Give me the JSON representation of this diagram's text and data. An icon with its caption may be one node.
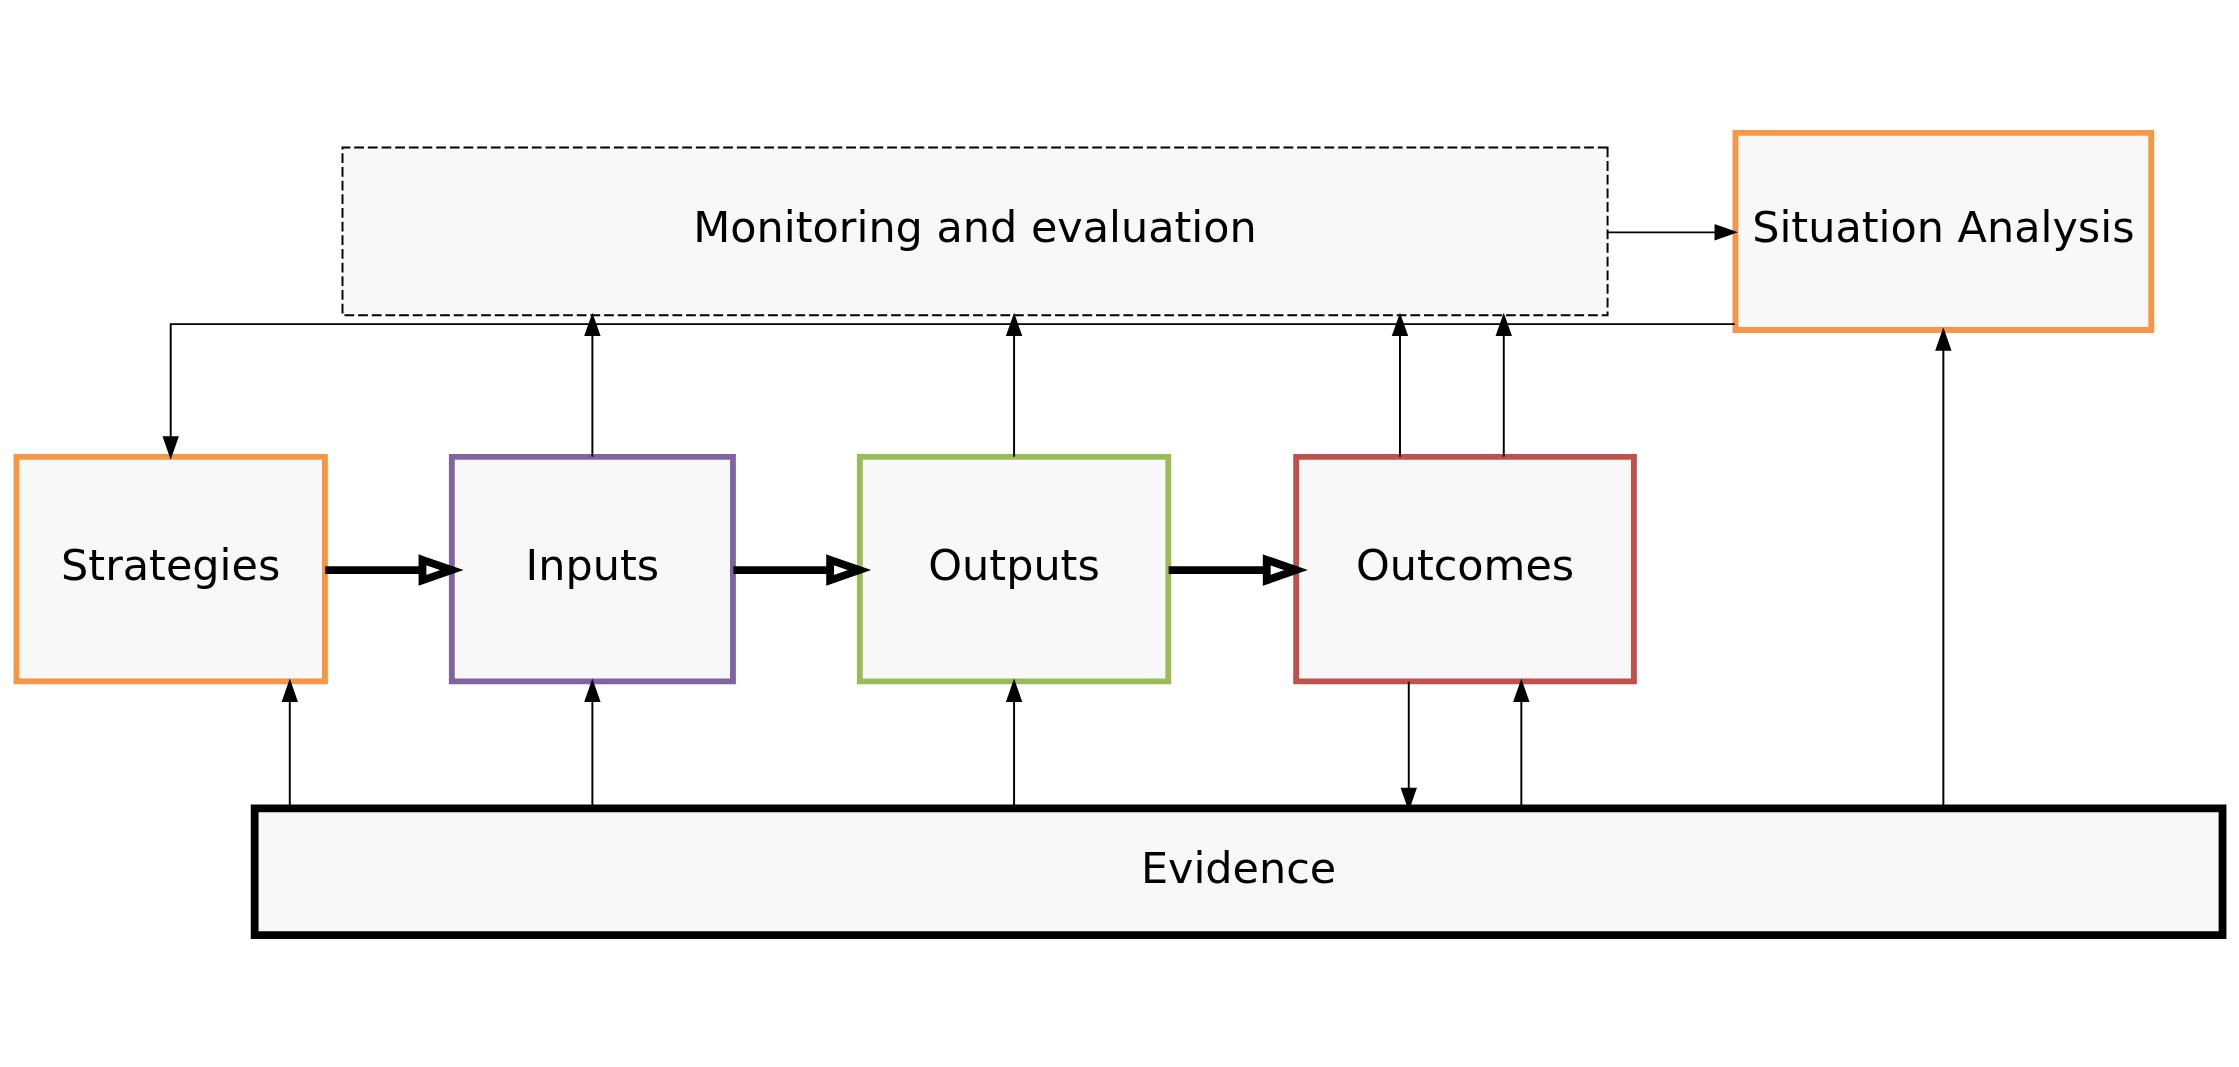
{
  "diagram": {
    "nodes": [
      {
        "text": [
          "Situation Analysis"
        ]
      },
      {
        "text": [
          "Monitoring and evaluation"
        ]
      },
      {
        "text": [
          "Strategies"
        ]
      },
      {
        "text": [
          "Inputs"
        ]
      },
      {
        "text": [
          "Outputs"
        ]
      },
      {
        "text": [
          "Outcomes"
        ]
      },
      {
        "text": [
          "Evidence"
        ]
      }
    ],
    "edges": [
      {
        "from": 1,
        "to": 0,
        "arrow": "to"
      },
      {
        "from": 0,
        "to": 2,
        "arrow": "to"
      },
      {
        "from": 2,
        "to": 3,
        "arrow": "to",
        "style": "thick"
      },
      {
        "from": 3,
        "to": 4,
        "arrow": "to",
        "style": "thick"
      },
      {
        "from": 4,
        "to": 5,
        "arrow": "to",
        "style": "thick"
      },
      {
        "from": 3,
        "to": 1,
        "arrow": "to"
      },
      {
        "from": 4,
        "to": 1,
        "arrow": "to"
      },
      {
        "from": 5,
        "to": 1,
        "arrow": "to"
      },
      {
        "from": 6,
        "to": 2,
        "arrow": "to"
      },
      {
        "from": 6,
        "to": 3,
        "arrow": "to"
      },
      {
        "from": 6,
        "to": 4,
        "arrow": "to"
      },
      {
        "from": 6,
        "to": 5,
        "arrow": "to"
      },
      {
        "from": 6,
        "to": 0,
        "arrow": "to"
      },
      {
        "from": 5,
        "to": 1,
        "arrow": "to"
      },
      {
        "from": 5,
        "to": 6,
        "arrow": "to"
      }
    ]
  }
}
